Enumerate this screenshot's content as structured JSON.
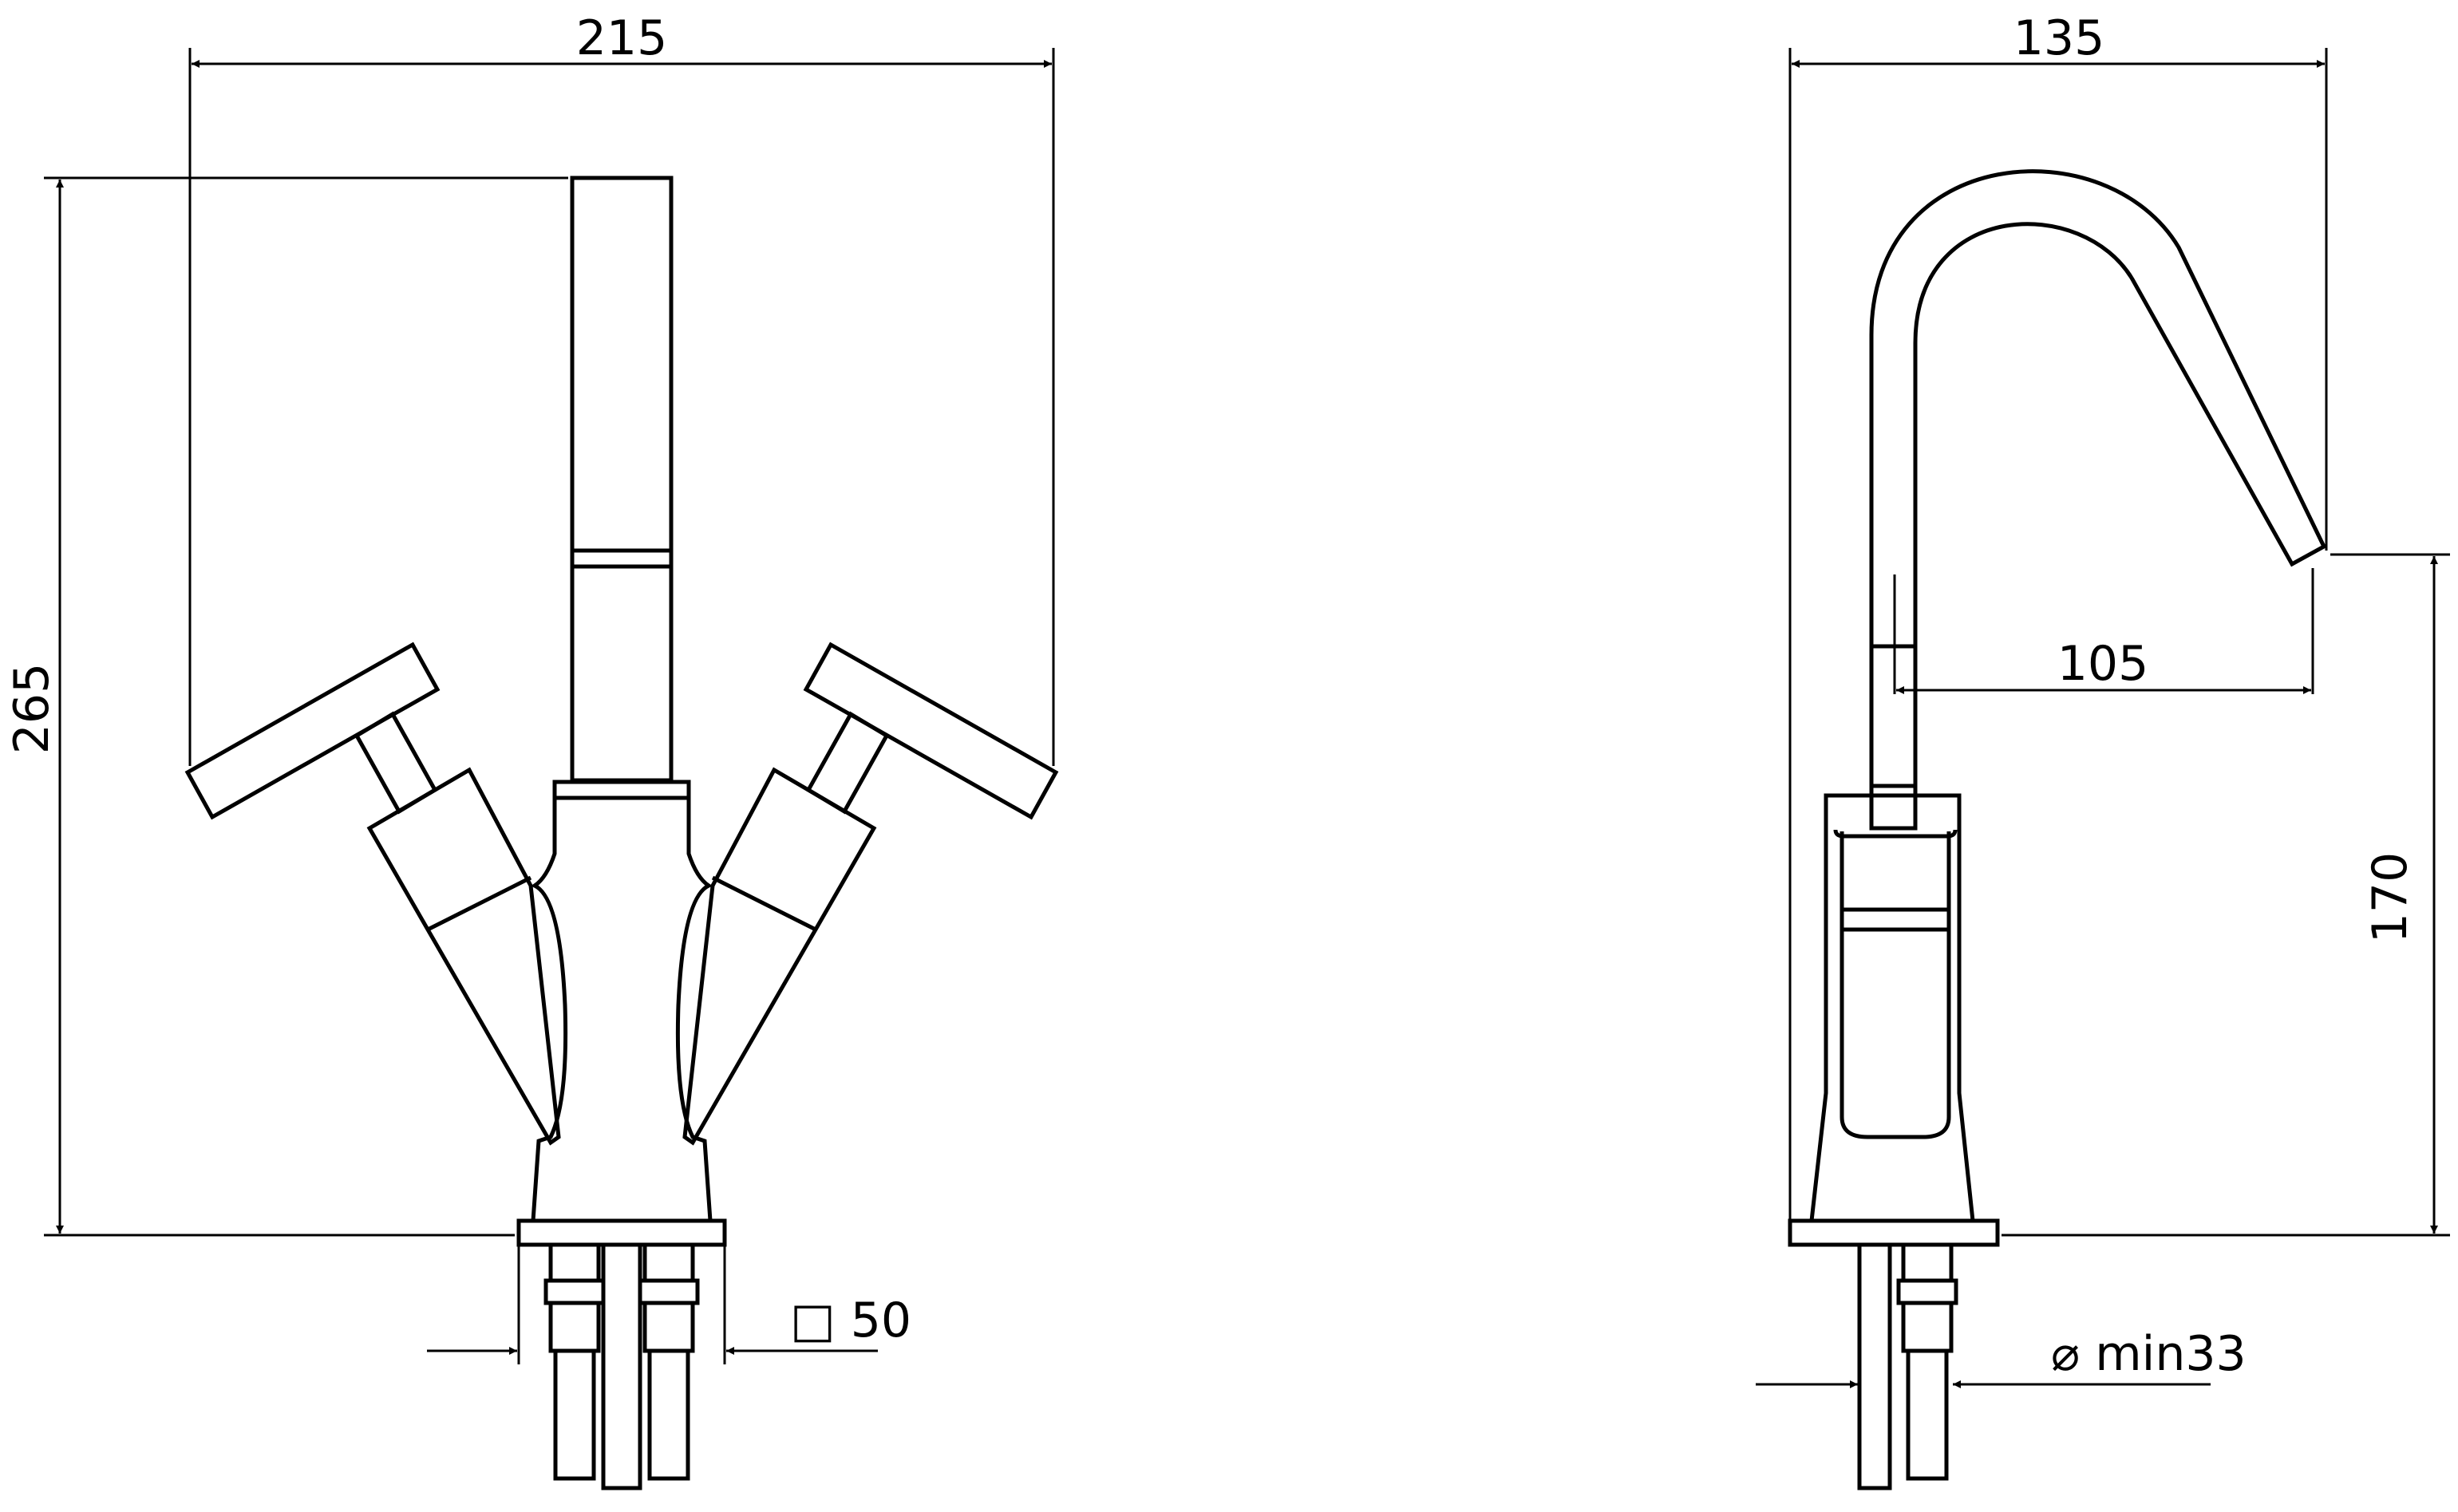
{
  "front_view": {
    "width_dim": "215",
    "height_dim": "265",
    "base_square_dim": "□ 50"
  },
  "side_view": {
    "width_dim": "135",
    "reach_dim": "105",
    "spout_height_dim": "170",
    "hole_dim": "⌀ min33"
  }
}
